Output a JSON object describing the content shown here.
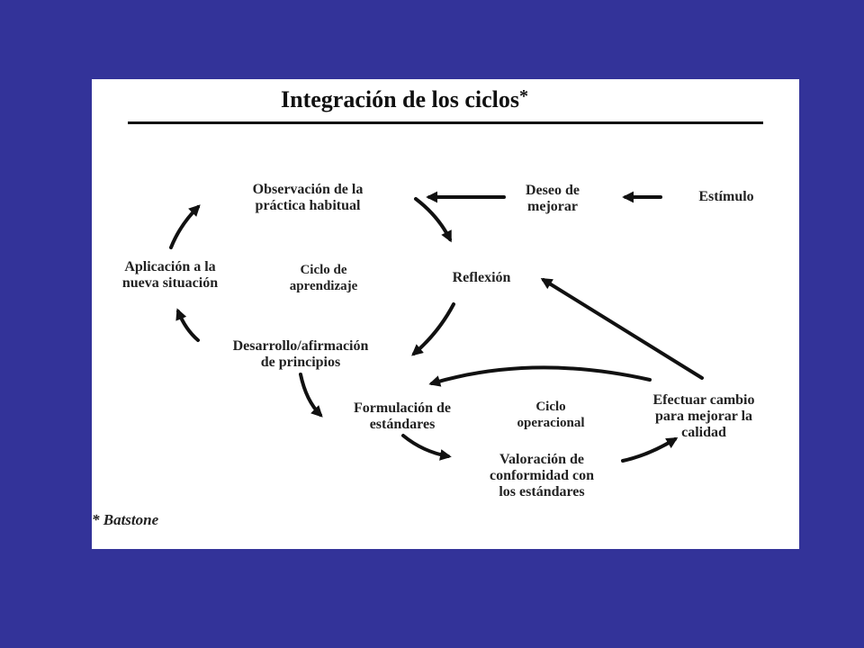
{
  "title": "Integración de los ciclos",
  "title_mark": "*",
  "nodes": {
    "estimulo": "Estímulo",
    "deseo": "Deseo de\nmejorar",
    "observacion": "Observación de la\npráctica habitual",
    "reflexion": "Reflexión",
    "aplicacion": "Aplicación a la\nnueva situación",
    "desarrollo": "Desarrollo/afirmación\nde principios",
    "formulacion": "Formulación de\nestándares",
    "valoracion": "Valoración de\nconformidad con\nlos estándares",
    "efectuar": "Efectuar cambio\npara mejorar la\ncalidad"
  },
  "cycles": {
    "aprendizaje": "Ciclo de\naprendizaje",
    "operacional": "Ciclo\noperacional"
  },
  "footnote": "* Batstone"
}
